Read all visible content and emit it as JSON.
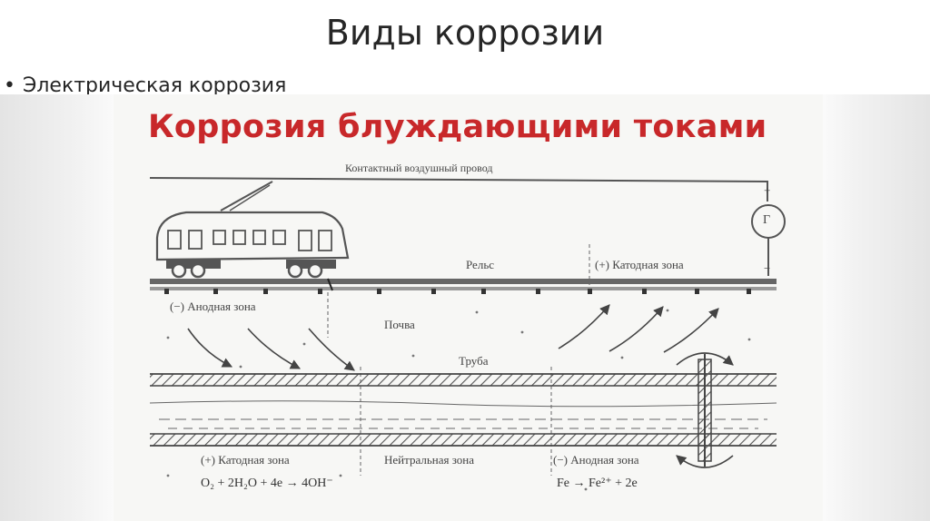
{
  "slide": {
    "title": "Виды коррозии",
    "bullet": "Электрическая коррозия"
  },
  "figure": {
    "title": "Коррозия блуждающими токами",
    "labels": {
      "wire": "Контактный воздушный провод",
      "rail": "Рельс",
      "cathode_top": "(+) Катодная зона",
      "anode_top": "(−) Анодная зона",
      "soil": "Почва",
      "pipe": "Труба",
      "cathode_bottom": "(+) Катодная зона",
      "neutral": "Нейтральная зона",
      "anode_bottom": "(−) Анодная зона",
      "generator": "Г",
      "plus": "+",
      "minus": "−"
    },
    "equations": {
      "cathode": "O₂ + 2H₂O + 4e → 4OH⁻",
      "anode": "Fe → Fe²⁺ + 2e"
    },
    "colors": {
      "title": "#c8282a",
      "ink": "#555555"
    }
  }
}
